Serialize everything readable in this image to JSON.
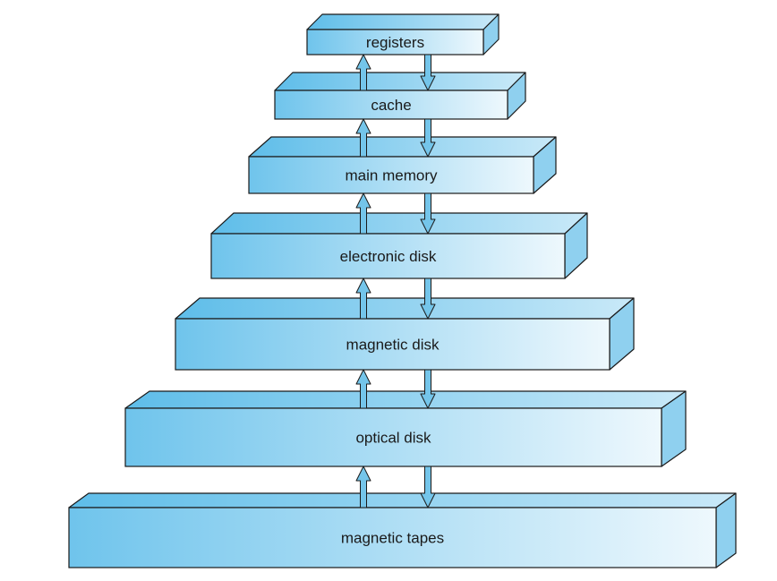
{
  "colors": {
    "front_light": "#eef8fd",
    "front_dark": "#6fc4ec",
    "top_light": "#c9e9f8",
    "top_dark": "#5ebde9",
    "side": "#8fd0ef",
    "arrow_fill": "#74c5ea",
    "stroke": "#1a1a1a"
  },
  "levels": [
    {
      "label": "registers"
    },
    {
      "label": "cache"
    },
    {
      "label": "main memory"
    },
    {
      "label": "electronic disk"
    },
    {
      "label": "magnetic disk"
    },
    {
      "label": "optical disk"
    },
    {
      "label": "magnetic tapes"
    }
  ],
  "arrows": [
    {
      "between": [
        "registers",
        "cache"
      ]
    },
    {
      "between": [
        "cache",
        "main memory"
      ]
    },
    {
      "between": [
        "main memory",
        "electronic disk"
      ]
    },
    {
      "between": [
        "electronic disk",
        "magnetic disk"
      ]
    },
    {
      "between": [
        "magnetic disk",
        "optical disk"
      ]
    },
    {
      "between": [
        "optical disk",
        "magnetic tapes"
      ]
    }
  ]
}
